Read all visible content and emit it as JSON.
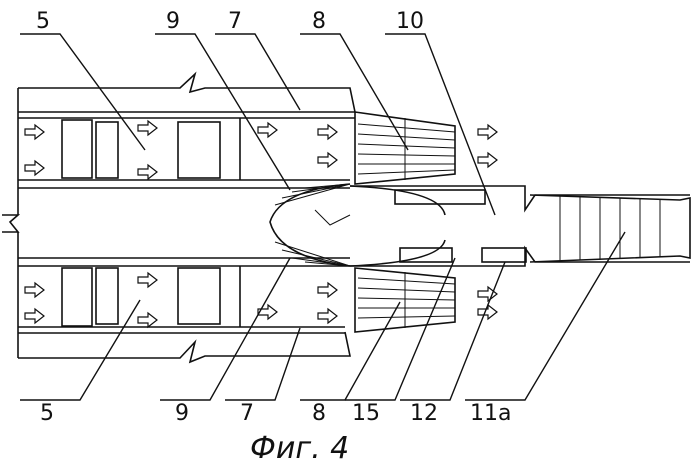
{
  "labels": {
    "top": [
      "5",
      "9",
      "7",
      "8",
      "10"
    ],
    "bottom": [
      "5",
      "9",
      "7",
      "8",
      "15",
      "12",
      "11a"
    ]
  },
  "caption": "Фиг. 4",
  "colors": {
    "ink": "#111111",
    "paper": "#ffffff"
  },
  "icons": {
    "flow_arrow": "flow-arrow-icon",
    "break_mark": "break-mark-icon"
  }
}
